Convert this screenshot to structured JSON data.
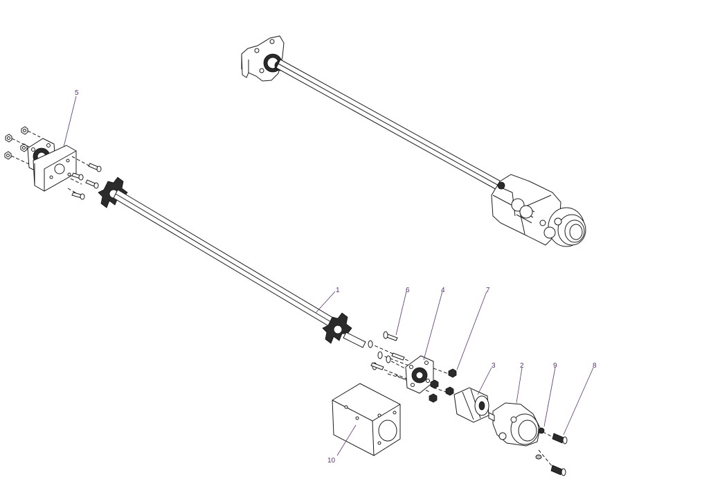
{
  "diagram": {
    "labels": [
      {
        "id": "part-1",
        "text": "1"
      },
      {
        "id": "part-2",
        "text": "2"
      },
      {
        "id": "part-3",
        "text": "3"
      },
      {
        "id": "part-4",
        "text": "4"
      },
      {
        "id": "part-5",
        "text": "5"
      },
      {
        "id": "part-6",
        "text": "6"
      },
      {
        "id": "part-7",
        "text": "7"
      },
      {
        "id": "part-8",
        "text": "8"
      },
      {
        "id": "part-9",
        "text": "9"
      },
      {
        "id": "part-10",
        "text": "10"
      }
    ],
    "colors": {
      "line": "#1a1a1a",
      "balloon": "#5a2f73",
      "background": "#ffffff"
    }
  }
}
